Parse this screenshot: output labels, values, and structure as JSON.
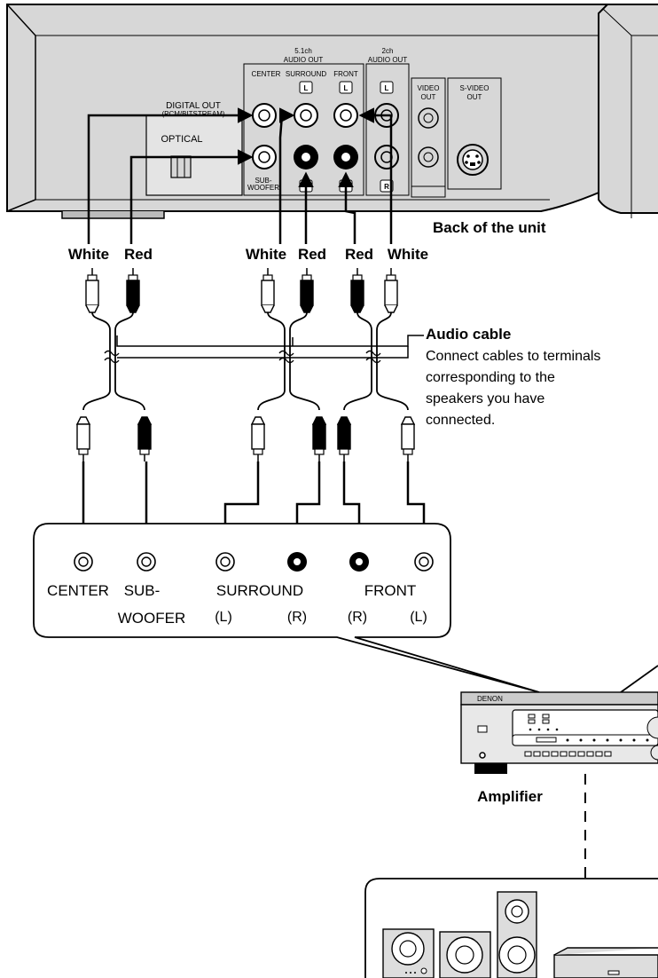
{
  "panel": {
    "digital_out": "DIGITAL OUT",
    "digital_out_sub": "(PCM/BITSTREAM)",
    "optical": "OPTICAL",
    "audio51_title1": "5.1ch",
    "audio51_title2": "AUDIO OUT",
    "center": "CENTER",
    "surround": "SURROUND",
    "front": "FRONT",
    "sub1": "SUB-",
    "sub2": "WOOFER",
    "ch2_title1": "2ch",
    "ch2_title2": "AUDIO OUT",
    "video_out1": "VIDEO",
    "video_out2": "OUT",
    "svideo_out1": "S-VIDEO",
    "svideo_out2": "OUT",
    "tag_L": "L",
    "tag_R": "R"
  },
  "labels": {
    "back_of_unit": "Back of the unit",
    "white": "White",
    "red": "Red",
    "audio_cable_title": "Audio cable",
    "audio_cable_desc": [
      "Connect cables to terminals",
      "corresponding to the",
      "speakers you have",
      "connected."
    ],
    "amplifier": "Amplifier"
  },
  "amp_panel": {
    "center": "CENTER",
    "sub": "SUB-",
    "woofer": "WOOFER",
    "surround": "SURROUND",
    "front": "FRONT",
    "l": "(L)",
    "r": "(R)"
  },
  "amp_brand": "DENON"
}
